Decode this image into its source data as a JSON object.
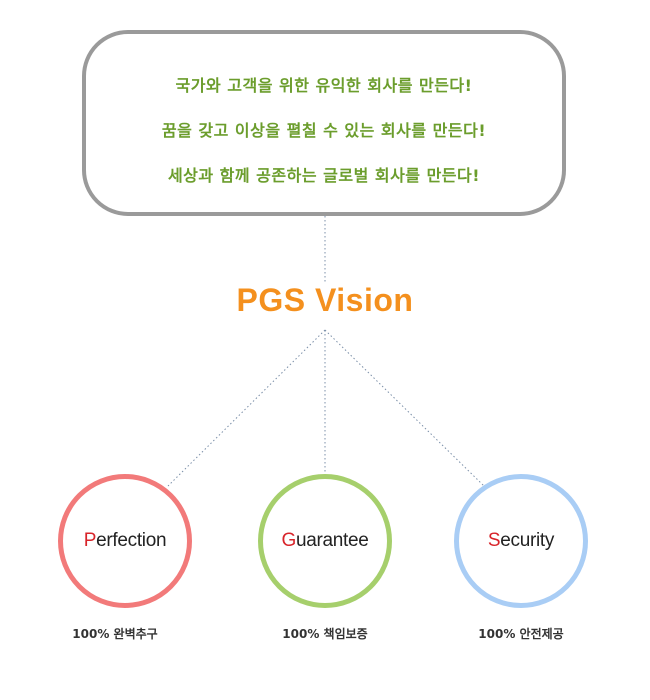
{
  "mission": {
    "lines": [
      "국가와 고객을 위한 유익한 회사를 만든다!",
      "꿈을 갖고 이상을 펼칠 수 있는 회사를 만든다!",
      "세상과 함께 공존하는 글로벌 회사를 만든다!"
    ]
  },
  "vision": {
    "title": "PGS Vision"
  },
  "values": [
    {
      "initial": "P",
      "rest": "erfection",
      "caption": "100% 완벽추구",
      "ring_color": "#f27a7a"
    },
    {
      "initial": "G",
      "rest": "uarantee",
      "caption": "100% 책임보증",
      "ring_color": "#a6cf6c"
    },
    {
      "initial": "S",
      "rest": "ecurity",
      "caption": "100% 안전제공",
      "ring_color": "#a9cdf5"
    }
  ],
  "colors": {
    "mission_text": "#6b9d2c",
    "vision_title": "#f4901e",
    "box_border": "#9a9a9a",
    "initial_letter": "#d8242a",
    "connector": "#7b8fa8"
  }
}
